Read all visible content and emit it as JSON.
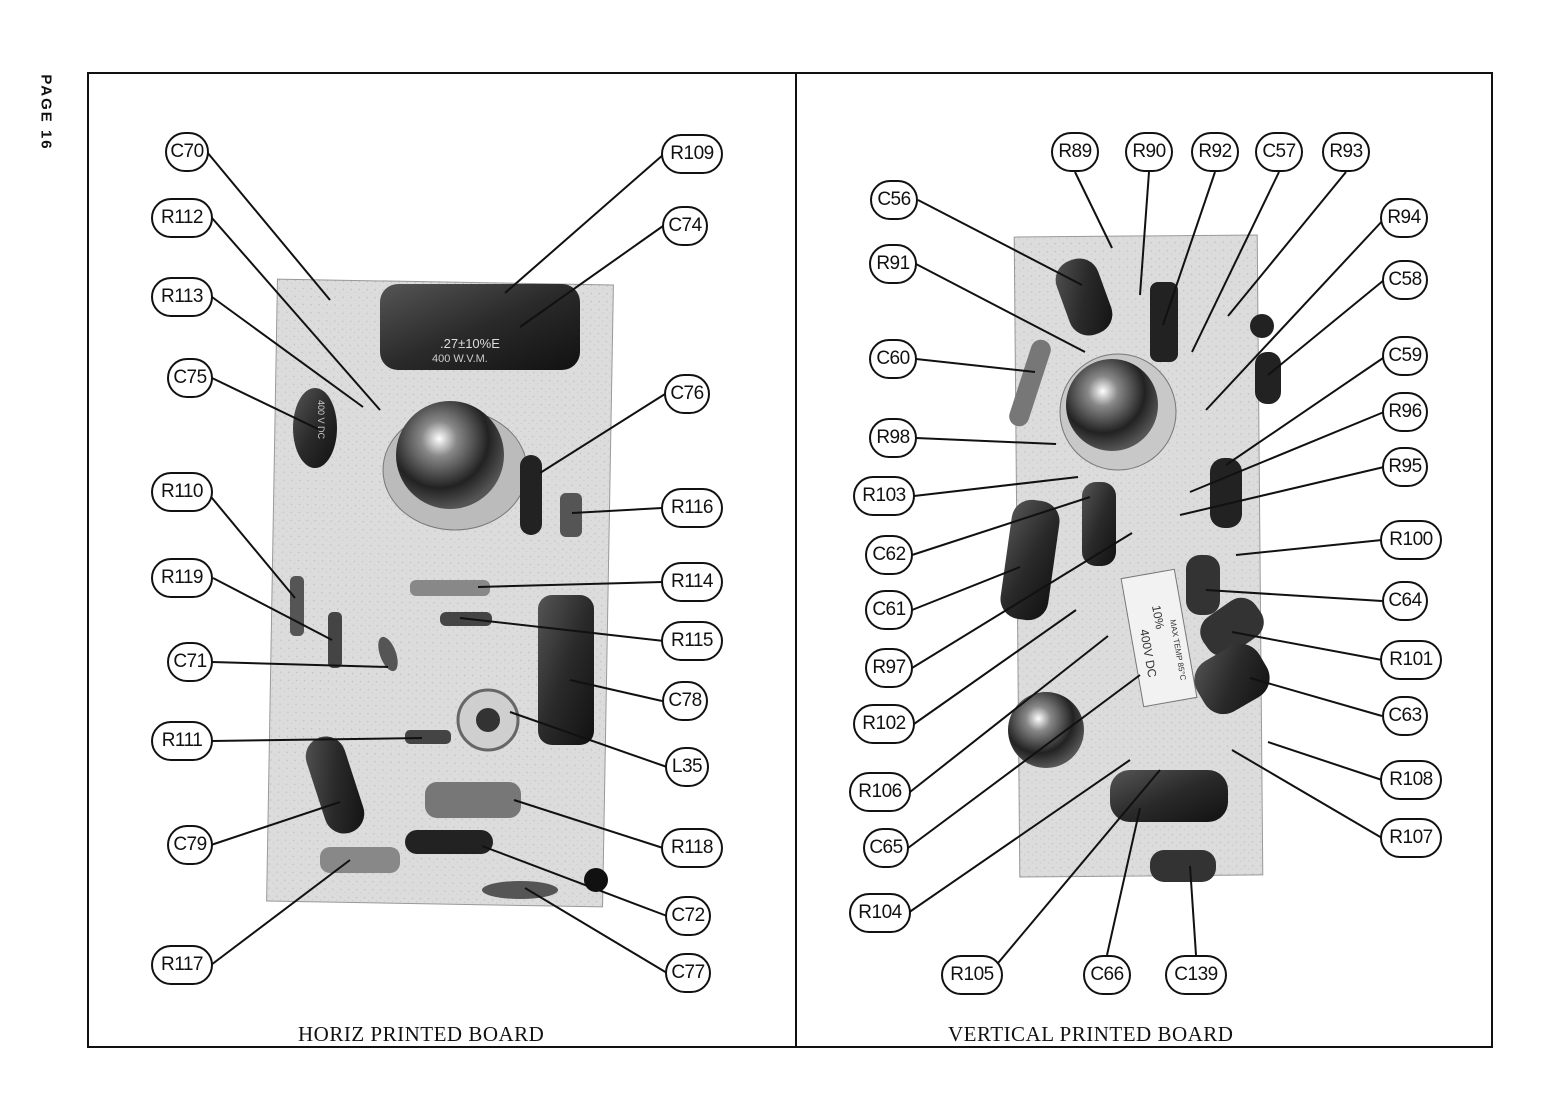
{
  "page": {
    "number": "PAGE 16"
  },
  "left_panel": {
    "caption": "HORIZ PRINTED BOARD",
    "labels": [
      "C70",
      "R109",
      "R112",
      "C74",
      "R113",
      "C75",
      "C76",
      "R110",
      "R116",
      "R119",
      "R114",
      "C71",
      "R115",
      "C78",
      "R111",
      "L35",
      "C79",
      "R118",
      "C72",
      "R117",
      "C77"
    ]
  },
  "right_panel": {
    "caption": "VERTICAL PRINTED BOARD",
    "labels": [
      "R89",
      "R90",
      "R92",
      "C57",
      "R93",
      "C56",
      "R94",
      "R91",
      "C58",
      "C60",
      "C59",
      "R96",
      "R98",
      "R95",
      "R103",
      "C62",
      "R100",
      "C61",
      "C64",
      "R97",
      "R101",
      "C63",
      "R102",
      "R108",
      "R106",
      "R107",
      "C65",
      "R104",
      "R105",
      "C66",
      "C139"
    ]
  },
  "component_markings": {
    "capacitor_c74": [
      ".27±10%E",
      "400 W.V.M."
    ],
    "capacitor_c75": "400 V DC",
    "block_c64": [
      "10%",
      "400V DC",
      "MAX TEMP 85°C"
    ]
  },
  "colors": {
    "ink": "#111111",
    "board": "#d9d9d9"
  }
}
